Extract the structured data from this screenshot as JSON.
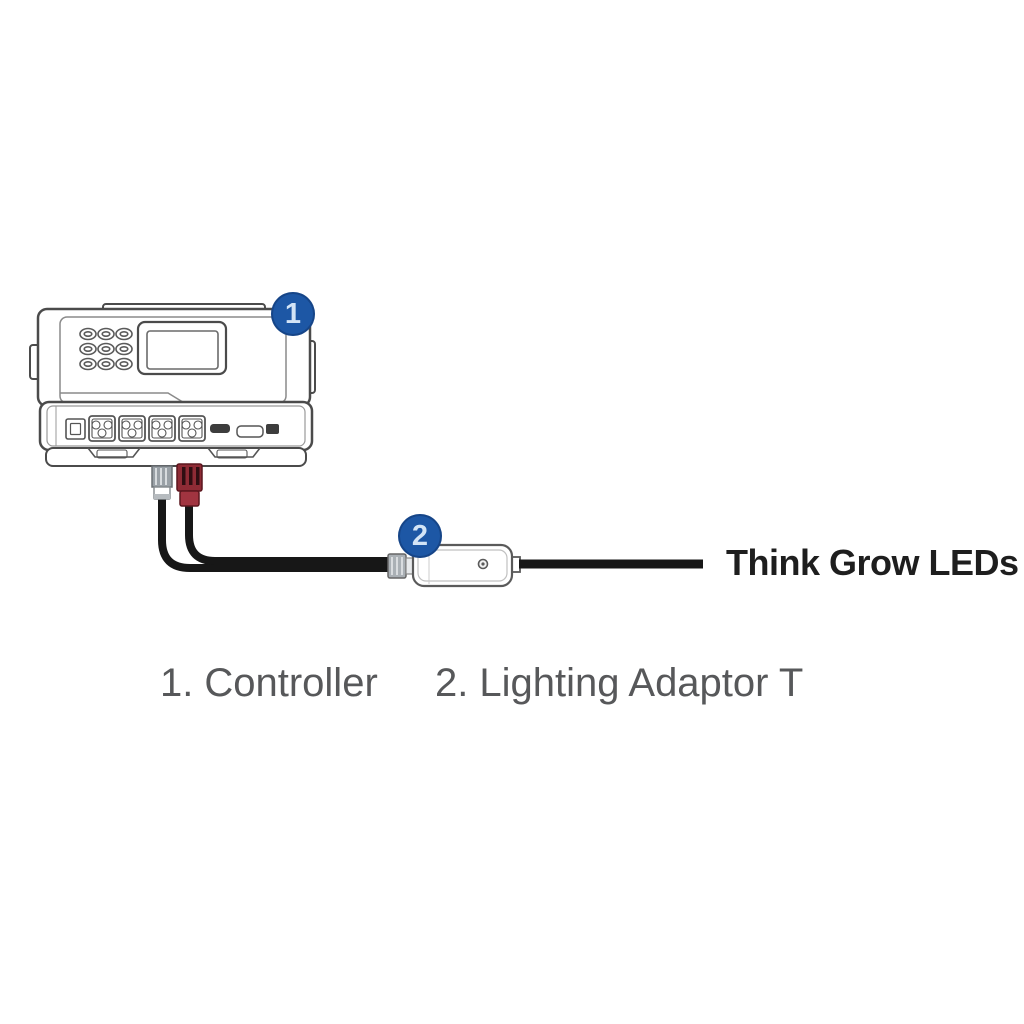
{
  "diagram": {
    "badges": [
      {
        "number": "1"
      },
      {
        "number": "2"
      }
    ],
    "led_output_label": "Think Grow LEDs",
    "legend": {
      "items": [
        {
          "number": "1.",
          "label": "Controller"
        },
        {
          "number": "2.",
          "label": "Lighting Adaptor T"
        }
      ]
    },
    "colors": {
      "badge_blue": "#1d57a5",
      "badge_text": "#d3e4f6",
      "outline_gray": "#4b4b4b",
      "cable_black": "#171717",
      "connector_red": "#8e2b35",
      "connector_gray": "#99a0a6",
      "label_dark": "#1e1e1e",
      "legend_gray": "#57585a",
      "background": "#ffffff"
    }
  }
}
